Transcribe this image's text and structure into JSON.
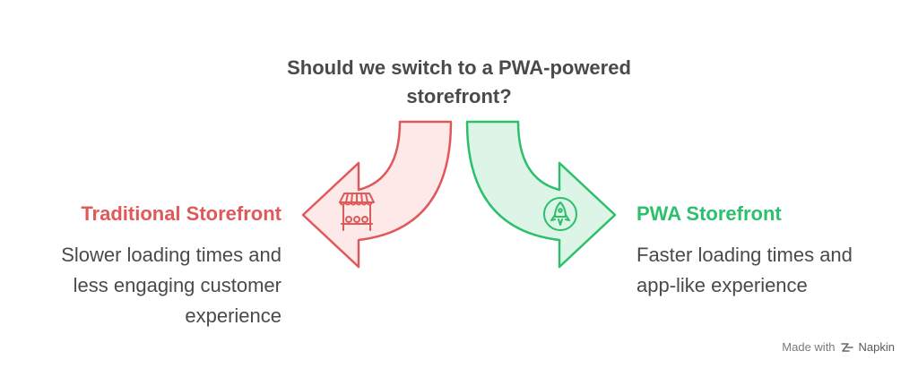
{
  "question": {
    "line1": "Should we switch to a PWA-powered",
    "line2": "storefront?"
  },
  "options": [
    {
      "title": "Traditional Storefront",
      "description_lines": [
        "Slower loading times and",
        "less engaging customer",
        "experience"
      ],
      "icon": "storefront-icon",
      "color": "#e0595a",
      "fill": "#fde9e8"
    },
    {
      "title": "PWA Storefront",
      "description_lines": [
        "Faster loading times and",
        "app-like experience"
      ],
      "icon": "rocket-icon",
      "color": "#2dbf6c",
      "fill": "#dcf5e6"
    }
  ],
  "footer": {
    "made_with": "Made with",
    "brand": "Napkin",
    "icon": "napkin-logo-icon"
  }
}
